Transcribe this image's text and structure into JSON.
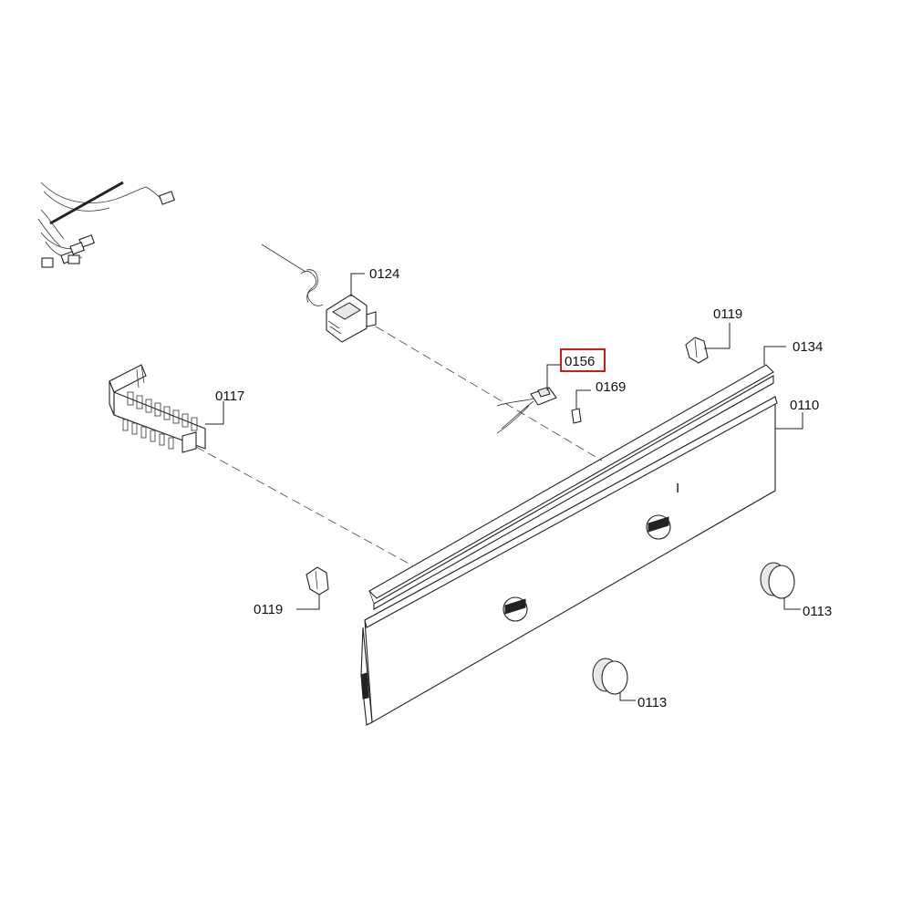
{
  "highlight_color": "#d01919",
  "labels": {
    "p0124": "0124",
    "p0117": "0117",
    "p0156": "0156",
    "p0169": "0169",
    "p0119_top": "0119",
    "p0134": "0134",
    "p0110": "0110",
    "p0119_left": "0119",
    "p0113_right": "0113",
    "p0113_bottom": "0113",
    "panel_mark": "I"
  }
}
